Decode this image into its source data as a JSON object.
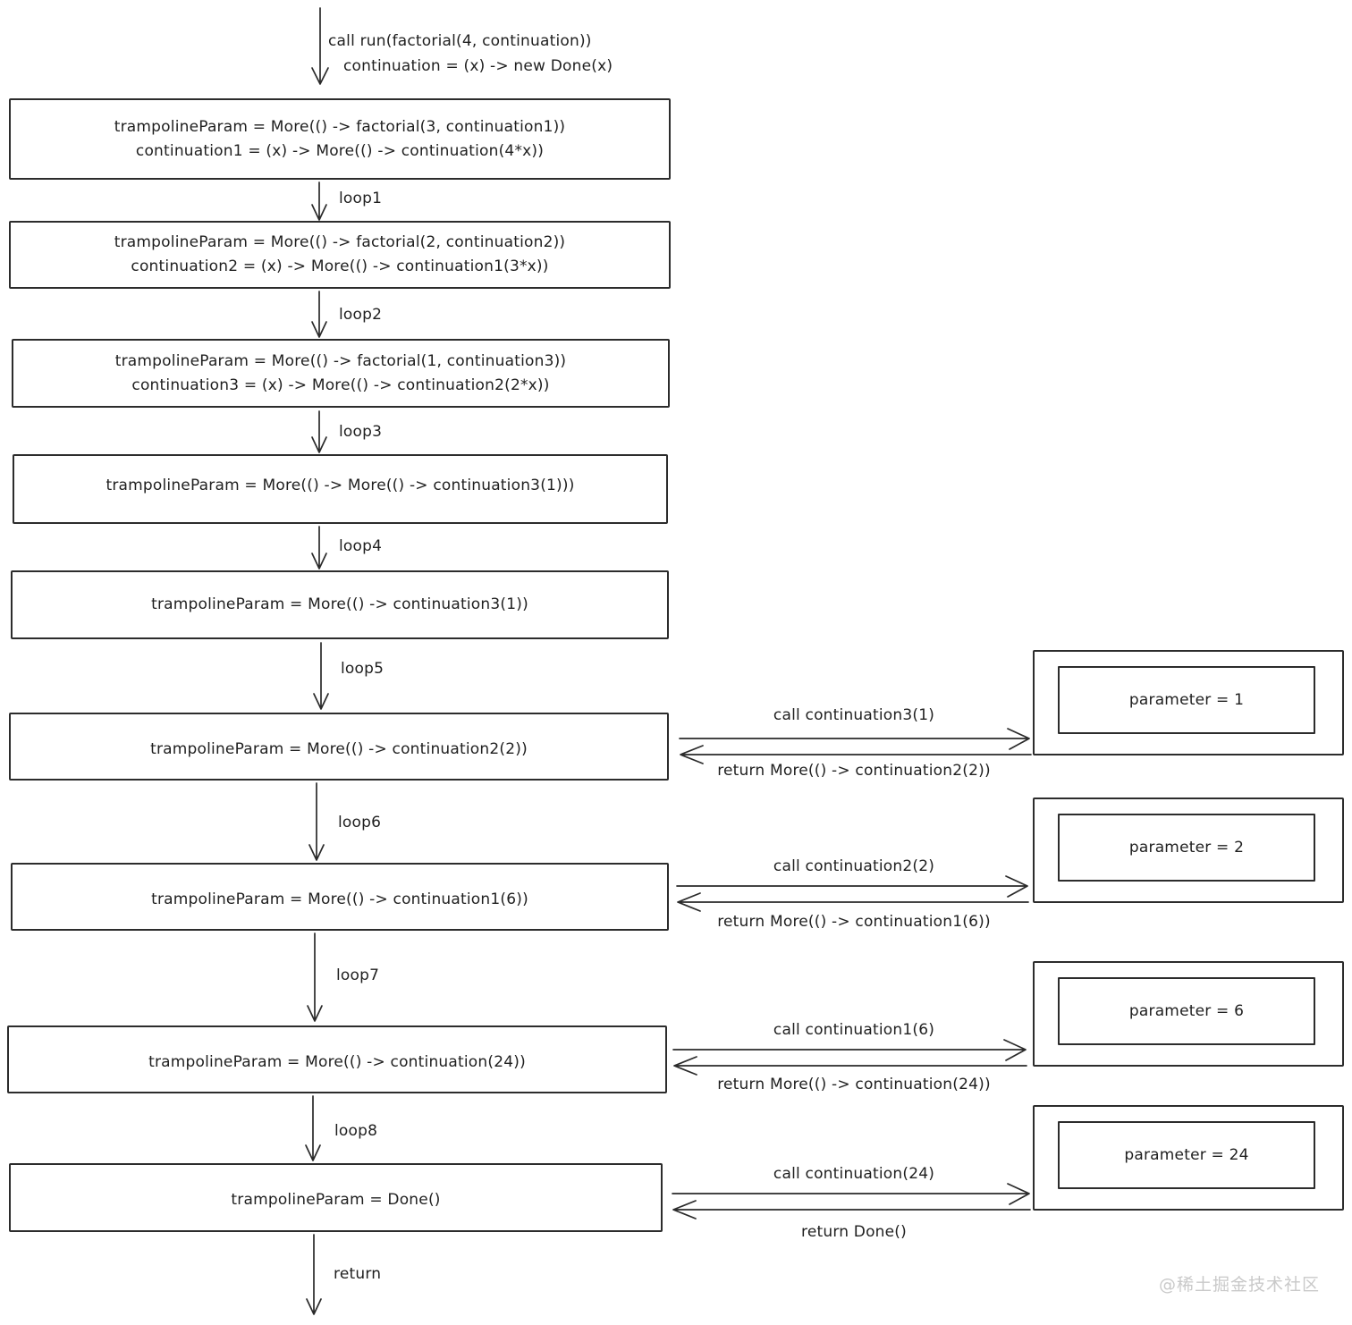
{
  "colors": {
    "ink": "#2a2a2a",
    "background": "#ffffff",
    "watermark": "#c9c9c9"
  },
  "entry": {
    "line1": "call run(factorial(4, continuation))",
    "line2": "continuation = (x) -> new Done(x)"
  },
  "boxes": [
    {
      "lines": [
        "trampolineParam = More(() -> factorial(3, continuation1))",
        "continuation1 = (x) -> More(() -> continuation(4*x))"
      ]
    },
    {
      "lines": [
        "trampolineParam = More(() -> factorial(2, continuation2))",
        "continuation2 = (x) -> More(() -> continuation1(3*x))"
      ]
    },
    {
      "lines": [
        "trampolineParam = More(() -> factorial(1, continuation3))",
        "continuation3 = (x) -> More(() -> continuation2(2*x))"
      ]
    },
    {
      "lines": [
        "trampolineParam = More(() -> More(() -> continuation3(1)))"
      ]
    },
    {
      "lines": [
        "trampolineParam = More(() -> continuation3(1))"
      ]
    },
    {
      "lines": [
        "trampolineParam = More(() -> continuation2(2))"
      ]
    },
    {
      "lines": [
        "trampolineParam = More(() -> continuation1(6))"
      ]
    },
    {
      "lines": [
        "trampolineParam = More(() -> continuation(24))"
      ]
    },
    {
      "lines": [
        "trampolineParam = Done()"
      ]
    }
  ],
  "loops": [
    "loop1",
    "loop2",
    "loop3",
    "loop4",
    "loop5",
    "loop6",
    "loop7",
    "loop8"
  ],
  "exit_label": "return",
  "side_calls": [
    {
      "call": "call continuation3(1)",
      "return": "return More(() -> continuation2(2))",
      "parameter": "parameter = 1"
    },
    {
      "call": "call continuation2(2)",
      "return": "return More(() -> continuation1(6))",
      "parameter": "parameter = 2"
    },
    {
      "call": "call continuation1(6)",
      "return": "return More(() -> continuation(24))",
      "parameter": "parameter = 6"
    },
    {
      "call": "call continuation(24)",
      "return": "return Done()",
      "parameter": "parameter = 24"
    }
  ],
  "watermark": "@稀土掘金技术社区"
}
